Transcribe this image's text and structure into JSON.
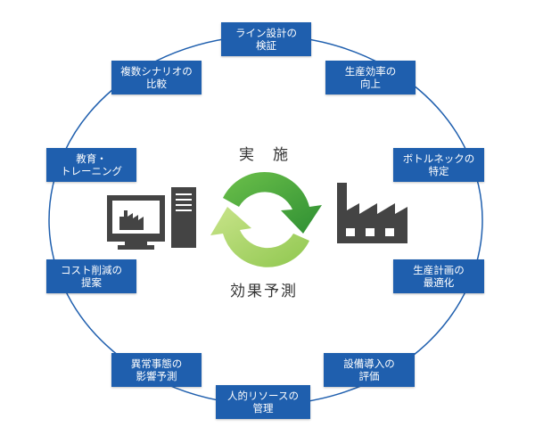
{
  "nodes": [
    {
      "id": "line-design",
      "label": "ライン設計の\n検証"
    },
    {
      "id": "production-efficiency",
      "label": "生産効率の\n向上"
    },
    {
      "id": "bottleneck",
      "label": "ボトルネックの\n特定"
    },
    {
      "id": "production-plan",
      "label": "生産計画の\n最適化"
    },
    {
      "id": "equipment-eval",
      "label": "設備導入の\n評価"
    },
    {
      "id": "human-resources",
      "label": "人的リソースの\n管理"
    },
    {
      "id": "abnormal-impact",
      "label": "異常事態の\n影響予測"
    },
    {
      "id": "cost-reduction",
      "label": "コスト削減の\n提案"
    },
    {
      "id": "training",
      "label": "教育・\nトレーニング"
    },
    {
      "id": "scenario-compare",
      "label": "複数シナリオの\n比較"
    }
  ],
  "center": {
    "top_label": "実　施",
    "bottom_label": "効果予測"
  },
  "colors": {
    "node_fill": "#1f5fae",
    "ring": "#1f5fae",
    "arrow_dark_green": "#3aa339",
    "arrow_light_green": "#9ccd55",
    "icon_gray": "#444444"
  }
}
